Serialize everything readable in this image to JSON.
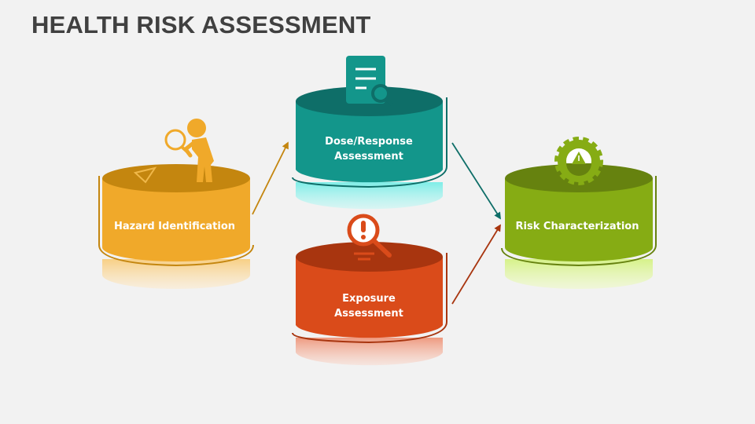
{
  "title": "HEALTH RISK ASSESSMENT",
  "steps": {
    "hazard": {
      "label": "Hazard Identification",
      "color": "#F0A92A"
    },
    "dose": {
      "line1": "Dose/Response",
      "line2": "Assessment",
      "color": "#13968B"
    },
    "exposure": {
      "line1": "Exposure",
      "line2": "Assessment",
      "color": "#DA4B1A"
    },
    "risk": {
      "label": "Risk Characterization",
      "color": "#86AC14"
    }
  },
  "icons": {
    "hazard": "person-magnifier-icon",
    "dose": "document-search-icon",
    "exposure": "alert-search-icon",
    "risk": "gear-warning-icon"
  }
}
